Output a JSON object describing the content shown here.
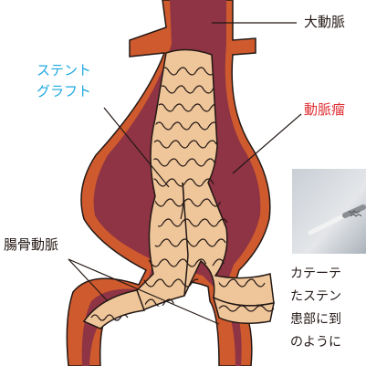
{
  "labels": {
    "aorta": "大動脈",
    "stent_graft_line1": "ステント",
    "stent_graft_line2": "グラフト",
    "aneurysm": "動脈瘤",
    "iliac_artery": "腸骨動脈"
  },
  "caption": {
    "line1": "カテーテ",
    "line2": "たステン",
    "line3": "患部に到",
    "line4": "のように"
  },
  "colors": {
    "vessel_wall": "#cf5a2e",
    "vessel_inner": "#8e3444",
    "stent_fill": "#efc69a",
    "stent_wire": "#231815",
    "label_stent": "#1ea8e0",
    "label_aneurysm": "#e03034"
  }
}
